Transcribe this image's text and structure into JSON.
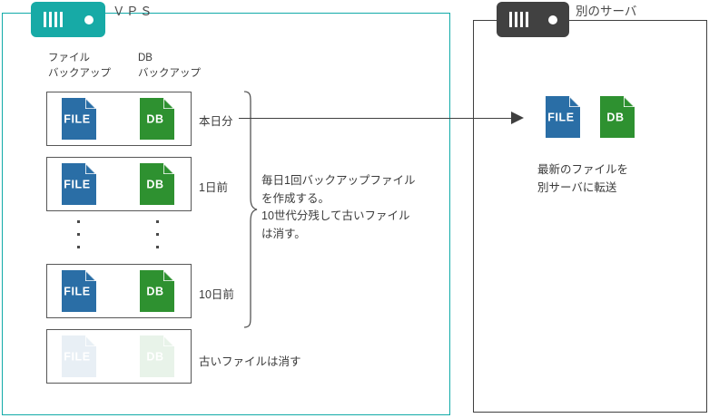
{
  "diagram": {
    "vps_panel": {
      "title": "ＶＰＳ",
      "server_icon": "server-chip-icon",
      "columns": [
        {
          "line1": "ファイル",
          "line2": "バックアップ"
        },
        {
          "line1": "DB",
          "line2": "バックアップ"
        }
      ],
      "rows": [
        {
          "label": "本日分",
          "file_icon_label": "FILE",
          "db_icon_label": "DB",
          "faded": false
        },
        {
          "label": "1日前",
          "file_icon_label": "FILE",
          "db_icon_label": "DB",
          "faded": false
        },
        {
          "label": "10日前",
          "file_icon_label": "FILE",
          "db_icon_label": "DB",
          "faded": false
        },
        {
          "label": "古いファイルは消す",
          "file_icon_label": "FILE",
          "db_icon_label": "DB",
          "faded": true
        }
      ],
      "note": {
        "line1": "毎日1回バックアップファイル",
        "line2": "を作成する。",
        "line3": "10世代分残して古いファイル",
        "line4": "は消す。"
      }
    },
    "remote_panel": {
      "title": "別のサーバ",
      "server_icon": "server-chip-icon",
      "file_icon_label": "FILE",
      "db_icon_label": "DB",
      "note": {
        "line1": "最新のファイルを",
        "line2": "別サーバに転送"
      }
    },
    "colors": {
      "vps_accent": "#17aaa6",
      "remote_accent": "#414141",
      "file_blue": "#2a6ea6",
      "db_green": "#2e9130",
      "text": "#3a3a3a",
      "box_border": "#575757"
    }
  }
}
